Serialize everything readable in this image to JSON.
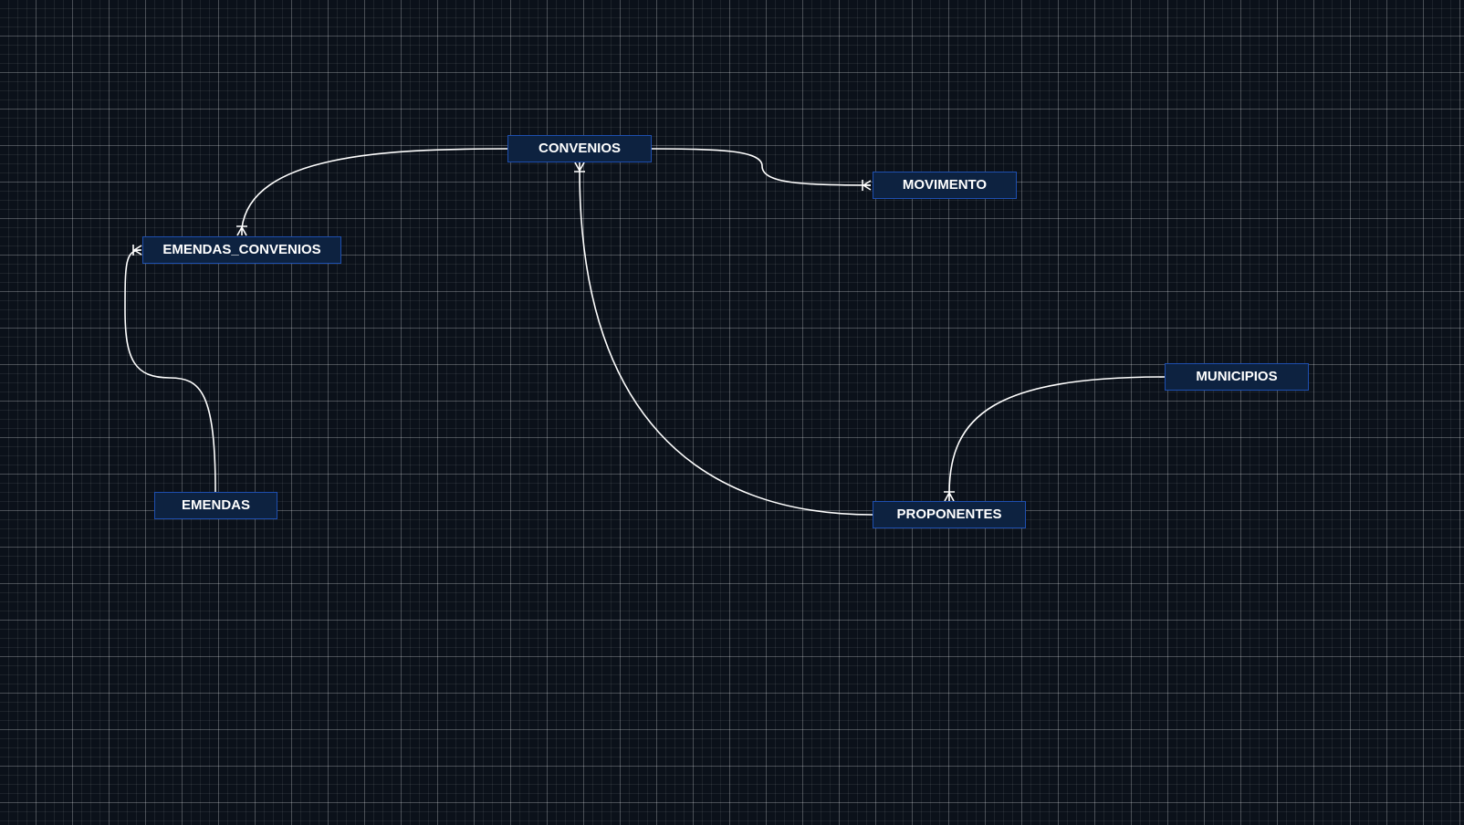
{
  "diagram": {
    "entities": {
      "convenios": "CONVENIOS",
      "movimento": "MOVIMENTO",
      "emendas_convenios": "EMENDAS_CONVENIOS",
      "municipios": "MUNICIPIOS",
      "emendas": "EMENDAS",
      "proponentes": "PROPONENTES"
    },
    "relationships": [
      {
        "from": "CONVENIOS",
        "to": "EMENDAS_CONVENIOS",
        "cardinality": "one-to-many"
      },
      {
        "from": "CONVENIOS",
        "to": "MOVIMENTO",
        "cardinality": "one-to-many"
      },
      {
        "from": "EMENDAS",
        "to": "EMENDAS_CONVENIOS",
        "cardinality": "one-to-many"
      },
      {
        "from": "PROPONENTES",
        "to": "CONVENIOS",
        "cardinality": "one-to-many"
      },
      {
        "from": "MUNICIPIOS",
        "to": "PROPONENTES",
        "cardinality": "one-to-many"
      }
    ],
    "colors": {
      "background": "#0b111a",
      "entity_fill": "#0d2240",
      "entity_border": "#1e4fb0",
      "line": "#ffffff"
    }
  }
}
